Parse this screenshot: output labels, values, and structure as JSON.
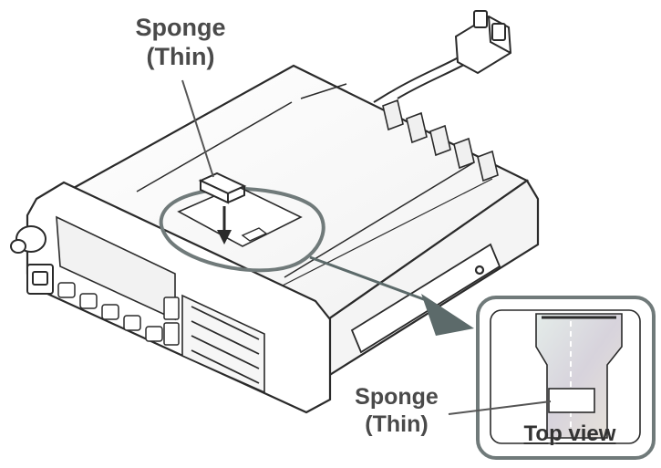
{
  "callouts": {
    "top": {
      "line1": "Sponge",
      "line2": "(Thin)"
    },
    "bottom": {
      "line1": "Sponge",
      "line2": "(Thin)"
    }
  },
  "inset": {
    "caption": "Top view"
  },
  "colors": {
    "outline": "#2a2a2a",
    "highlight": "#707a7a",
    "arrow": "#5c6a6a",
    "panel": "#ffffff"
  }
}
